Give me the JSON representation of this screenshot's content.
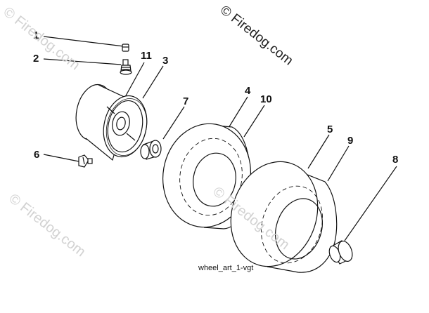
{
  "diagram": {
    "caption": "wheel_art_1-vgt",
    "watermarks": [
      {
        "text": "© Firedog.com",
        "style": "main"
      },
      {
        "text": "© Firedog.com",
        "style": "faint"
      },
      {
        "text": "© Firedog.com",
        "style": "faint"
      },
      {
        "text": "© Firedog.com",
        "style": "faint"
      }
    ],
    "callouts": [
      {
        "id": "1",
        "label": "1"
      },
      {
        "id": "2",
        "label": "2"
      },
      {
        "id": "11",
        "label": "11"
      },
      {
        "id": "3",
        "label": "3"
      },
      {
        "id": "7",
        "label": "7"
      },
      {
        "id": "6",
        "label": "6"
      },
      {
        "id": "4",
        "label": "4"
      },
      {
        "id": "10",
        "label": "10"
      },
      {
        "id": "5",
        "label": "5"
      },
      {
        "id": "9",
        "label": "9"
      },
      {
        "id": "8",
        "label": "8"
      }
    ]
  }
}
